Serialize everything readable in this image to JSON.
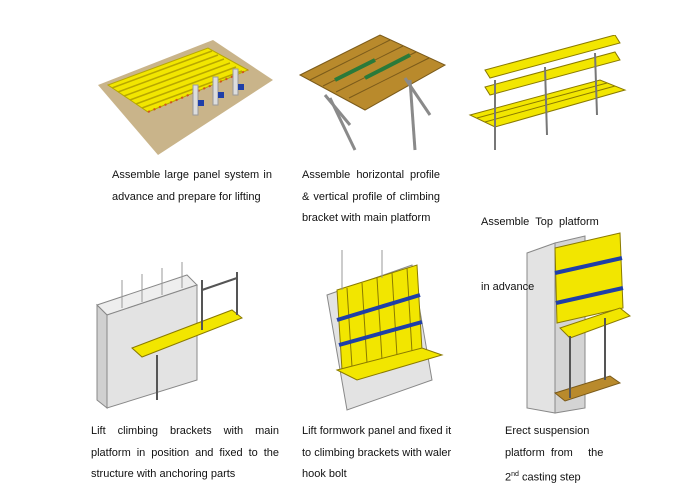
{
  "steps": [
    {
      "lines": [
        "Assemble large panel system in",
        "advance and prepare for lifting"
      ]
    },
    {
      "lines": [
        "Assemble horizontal profile",
        "& vertical profile of climbing",
        "bracket with main platform"
      ]
    },
    {
      "lines": [
        "Assemble  Top  platform",
        "in advance"
      ]
    },
    {
      "lines": [
        "Lift  climbing  brackets  with  main",
        "platform in position and fixed to the",
        "structure with anchoring parts"
      ]
    },
    {
      "lines": [
        "Lift formwork panel and fixed it",
        "to climbing brackets with waler",
        "hook bolt"
      ]
    },
    {
      "lines": [
        "Erect suspension",
        "platform  from     the"
      ],
      "last_prefix": "2",
      "last_sup": "nd",
      "last_suffix": " casting step"
    }
  ],
  "colors": {
    "timber": "#f2e600",
    "timber_dark": "#b8a800",
    "wood": "#b98a2c",
    "waler": "#1f3fa8",
    "concrete": "#e6e6e6",
    "steel": "#8a8a8a"
  }
}
